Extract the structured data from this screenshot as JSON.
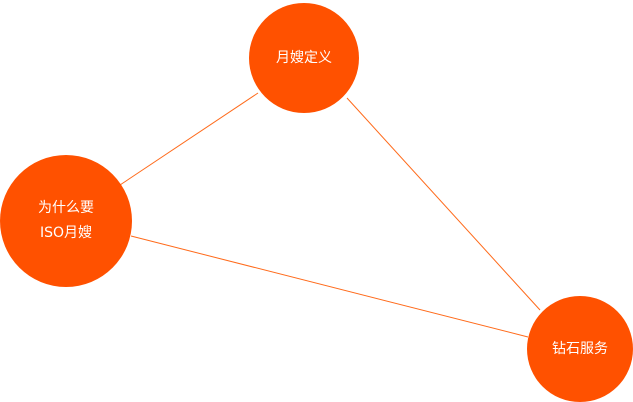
{
  "colors": {
    "node_fill": "#ff5100",
    "edge_stroke": "#ff6a1a",
    "text": "#ffffff"
  },
  "nodes": {
    "definition": {
      "label": "月嫂定义"
    },
    "why_iso": {
      "label_line1": "为什么要",
      "label_line2": "ISO月嫂"
    },
    "diamond_service": {
      "label": "钻石服务"
    }
  }
}
